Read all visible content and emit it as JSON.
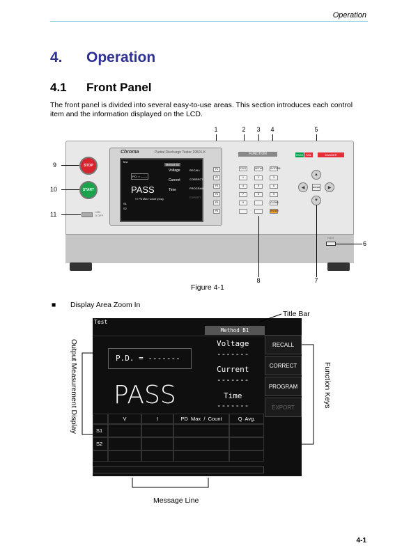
{
  "header": {
    "section": "Operation"
  },
  "chapter": {
    "number": "4.",
    "title": "Operation"
  },
  "section": {
    "number": "4.1",
    "title": "Front Panel"
  },
  "intro": "The front panel is divided into several easy-to-use areas. This section introduces each control item and the information displayed on the LCD.",
  "callouts": {
    "c1": "1",
    "c2": "2",
    "c3": "3",
    "c4": "4",
    "c5": "5",
    "c6": "6",
    "c7": "7",
    "c8": "8",
    "c9": "9",
    "c10": "10",
    "c11": "11"
  },
  "device": {
    "brand": "Chroma",
    "model": "Partial Discharge Tester 19501-K",
    "stop": "STOP",
    "start": "START",
    "power_on": "I ON",
    "power_off": "O OFF",
    "function_label": "FUNCTION",
    "fn_keys": [
      "F1",
      "F2",
      "F3",
      "F4",
      "F5",
      "F6"
    ],
    "func_buttons": [
      "TEST",
      "SETUP",
      "SYSTEM"
    ],
    "keypad": [
      "1",
      "2",
      "3",
      "4",
      "5",
      "6",
      "7",
      "8",
      "9",
      "0",
      ".",
      "CLEAR",
      "",
      "",
      "ENTER"
    ],
    "lamps": [
      "PASS",
      "FAIL",
      "DANGER"
    ],
    "usb": "HOST",
    "enter": "ENTER",
    "mini": {
      "title": "Test",
      "method": "Method B1",
      "pd": "P.D. = -------",
      "pass": "PASS",
      "voltage": "Voltage",
      "current": "Current",
      "time": "Time",
      "dashes": "-------",
      "recall": "RECALL",
      "correct": "CORRECT",
      "program": "PROGRAM",
      "export": "EXPORT",
      "cols": "V      I     PD Max / Count   Q Avg.",
      "s1": "S1",
      "s2": "S2"
    }
  },
  "figure_caption": "Figure 4-1",
  "bullet": {
    "mark": "■",
    "text": "Display Area Zoom In"
  },
  "lcd": {
    "title": "Test",
    "method": "Method B1",
    "pd_label": "P.D. = -------",
    "result": "PASS",
    "voltage_label": "Voltage",
    "voltage_value": "-------",
    "current_label": "Current",
    "current_value": "-------",
    "time_label": "Time",
    "time_value": "-------",
    "function_keys": [
      "RECALL",
      "CORRECT",
      "PROGRAM",
      "EXPORT"
    ],
    "table_headers": [
      "",
      "V",
      "I",
      "PD  Max  /  Count",
      "Q  Avg."
    ],
    "rows": [
      "S1",
      "S2"
    ]
  },
  "labels": {
    "title_bar": "Title Bar",
    "output": "Output Measurement Display",
    "function_keys": "Function Keys",
    "message_line": "Message Line"
  },
  "page_number": "4-1",
  "colors": {
    "heading": "#2e3192",
    "rule": "#6fc6d8",
    "danger": "#e52d3a",
    "pass_lamp": "#00a04a"
  }
}
